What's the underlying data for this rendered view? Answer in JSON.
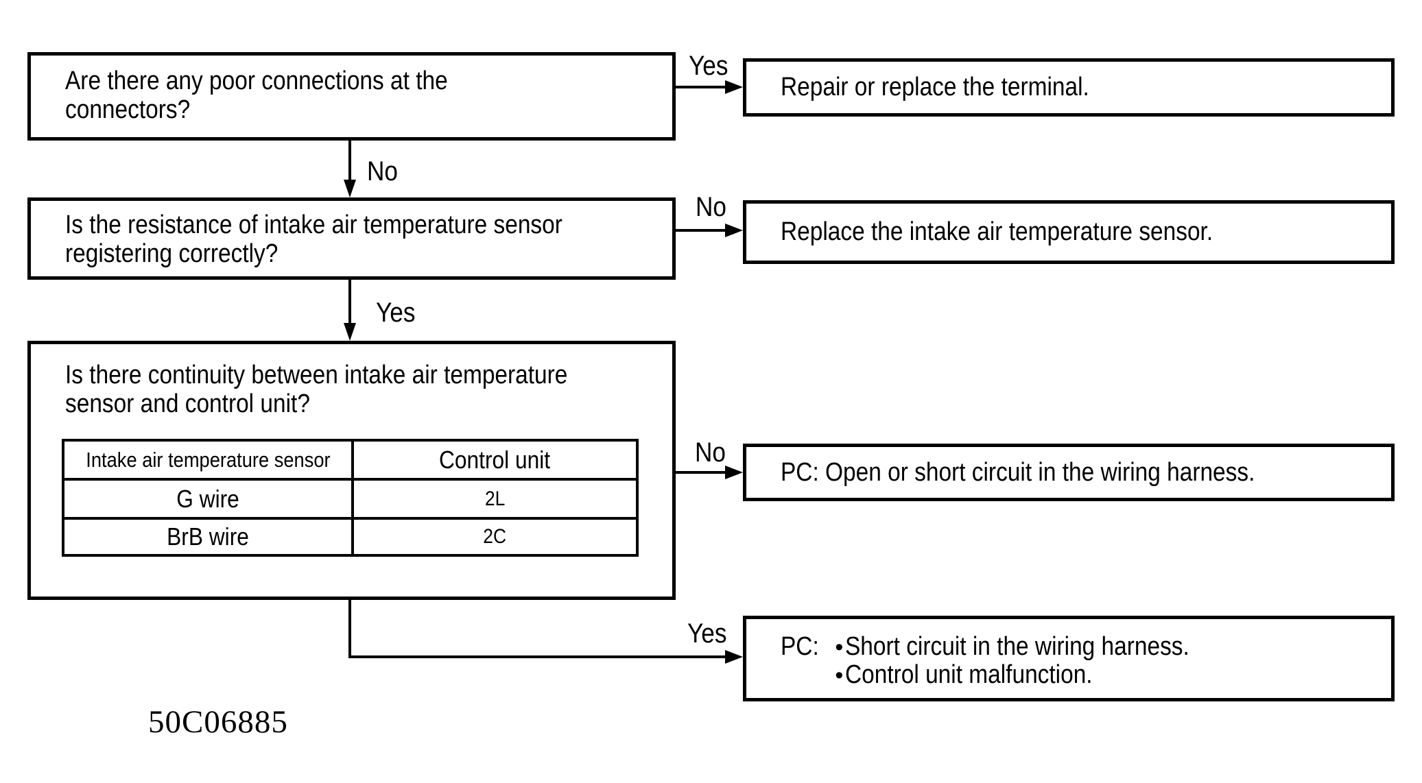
{
  "figure_code": "50C06885",
  "labels": {
    "yes": "Yes",
    "no": "No"
  },
  "bullet": "•",
  "questions": {
    "q1": [
      "Are there any poor connections at the",
      "connectors?"
    ],
    "q2": [
      "Is the resistance of intake air temperature sensor",
      "registering correctly?"
    ],
    "q3": [
      "Is there continuity between intake air temperature",
      "sensor and control unit?"
    ]
  },
  "results": {
    "repair_terminal": "Repair or replace the terminal.",
    "replace_sensor": "Replace the intake air temperature sensor.",
    "open_or_short": "PC: Open or short circuit in the wiring harness.",
    "final_prefix": "PC:",
    "final_items": [
      "Short circuit in the wiring harness.",
      "Control unit malfunction."
    ]
  },
  "table": {
    "headers": [
      "Intake air temperature sensor",
      "Control unit"
    ],
    "rows": [
      [
        "G wire",
        "2L"
      ],
      [
        "BrB wire",
        "2C"
      ]
    ]
  }
}
